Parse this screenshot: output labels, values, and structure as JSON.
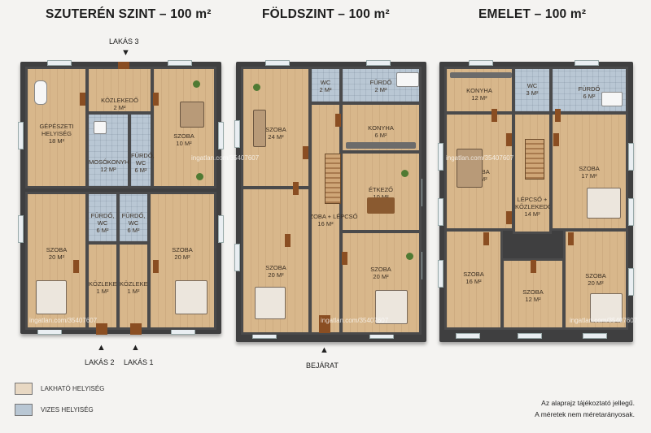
{
  "titles": {
    "basement": "SZUTERÉN SZINT – 100 m²",
    "ground": "FÖLDSZINT – 100 m²",
    "upper": "EMELET – 100 m²"
  },
  "basement": {
    "rooms": [
      {
        "name": "GÉPÉSZETI HELYISÉG",
        "area": "18 m²"
      },
      {
        "name": "KÖZLEKEDŐ",
        "area": "2 m²"
      },
      {
        "name": "SZOBA",
        "area": "10 m²"
      },
      {
        "name": "MOSÓKONYHA",
        "area": "12 m²"
      },
      {
        "name": "FÜRDŐ, WC",
        "area": "6 m²"
      },
      {
        "name": "FÜRDŐ, WC",
        "area": "6 m²"
      },
      {
        "name": "FÜRDŐ, WC",
        "area": "6 m²"
      },
      {
        "name": "SZOBA",
        "area": "20 m²"
      },
      {
        "name": "SZOBA",
        "area": "20 m²"
      },
      {
        "name": "KÖZLEKEDŐ",
        "area": "1 m²"
      },
      {
        "name": "KÖZLEKEDŐ",
        "area": "1 m²"
      }
    ],
    "callouts": {
      "lakas3": "LAKÁS 3",
      "lakas2": "LAKÁS 2",
      "lakas1": "LAKÁS 1"
    }
  },
  "ground": {
    "rooms": [
      {
        "name": "SZOBA",
        "area": "24 m²"
      },
      {
        "name": "WC",
        "area": "2 m²"
      },
      {
        "name": "FÜRDŐ",
        "area": "2 m²"
      },
      {
        "name": "KONYHA",
        "area": "6 m²"
      },
      {
        "name": "ÉTKEZŐ",
        "area": "10 m²"
      },
      {
        "name": "ELŐSZOBA + LÉPCSŐ",
        "area": "16 m²"
      },
      {
        "name": "SZOBA",
        "area": "20 m²"
      },
      {
        "name": "SZOBA",
        "area": "20 m²"
      }
    ],
    "callouts": {
      "entrance": "BEJÁRAT"
    }
  },
  "upper": {
    "rooms": [
      {
        "name": "KONYHA",
        "area": "12 m²"
      },
      {
        "name": "WC",
        "area": "3 m²"
      },
      {
        "name": "FÜRDŐ",
        "area": "6 m²"
      },
      {
        "name": "SZOBA",
        "area": "20 m²"
      },
      {
        "name": "SZOBA",
        "area": "17 m²"
      },
      {
        "name": "LÉPCSŐ + KÖZLEKEDŐ",
        "area": "14 m²"
      },
      {
        "name": "SZOBA",
        "area": "16 m²"
      },
      {
        "name": "SZOBA",
        "area": "12 m²"
      },
      {
        "name": "SZOBA",
        "area": "20 m²"
      }
    ]
  },
  "legend": {
    "living": {
      "label": "LAKHATÓ HELYISÉG",
      "color": "#e8d8c3"
    },
    "wet": {
      "label": "VIZES HELYISÉG",
      "color": "#b9c7d4"
    }
  },
  "note": {
    "line1": "Az alaprajz tájékoztató jellegű.",
    "line2": "A méretek nem méretarányosak."
  },
  "watermark": "ingatlan.com/35407607"
}
